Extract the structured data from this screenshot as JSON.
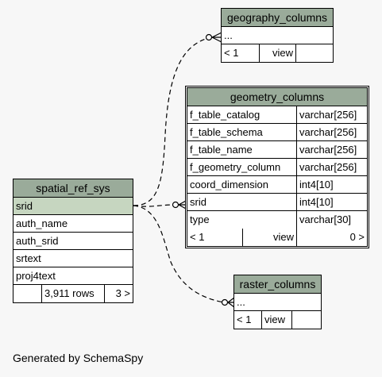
{
  "footer_text": "Generated by SchemaSpy",
  "geography_columns": {
    "title": "geography_columns",
    "rows": [
      "..."
    ],
    "footer": {
      "prev": "< 1",
      "view": "view",
      "next": ""
    }
  },
  "geometry_columns": {
    "title": "geometry_columns",
    "columns": [
      {
        "name": "f_table_catalog",
        "type": "varchar[256]"
      },
      {
        "name": "f_table_schema",
        "type": "varchar[256]"
      },
      {
        "name": "f_table_name",
        "type": "varchar[256]"
      },
      {
        "name": "f_geometry_column",
        "type": "varchar[256]"
      },
      {
        "name": "coord_dimension",
        "type": "int4[10]"
      },
      {
        "name": "srid",
        "type": "int4[10]"
      },
      {
        "name": "type",
        "type": "varchar[30]"
      }
    ],
    "footer": {
      "prev": "< 1",
      "view": "view",
      "next": "0 >"
    }
  },
  "spatial_ref_sys": {
    "title": "spatial_ref_sys",
    "rows": [
      "srid",
      "auth_name",
      "auth_srid",
      "srtext",
      "proj4text"
    ],
    "footer": {
      "prev": "",
      "rows": "3,911 rows",
      "next": "3 >"
    }
  },
  "raster_columns": {
    "title": "raster_columns",
    "rows": [
      "..."
    ],
    "footer": {
      "prev": "< 1",
      "view": "view",
      "next": ""
    }
  }
}
